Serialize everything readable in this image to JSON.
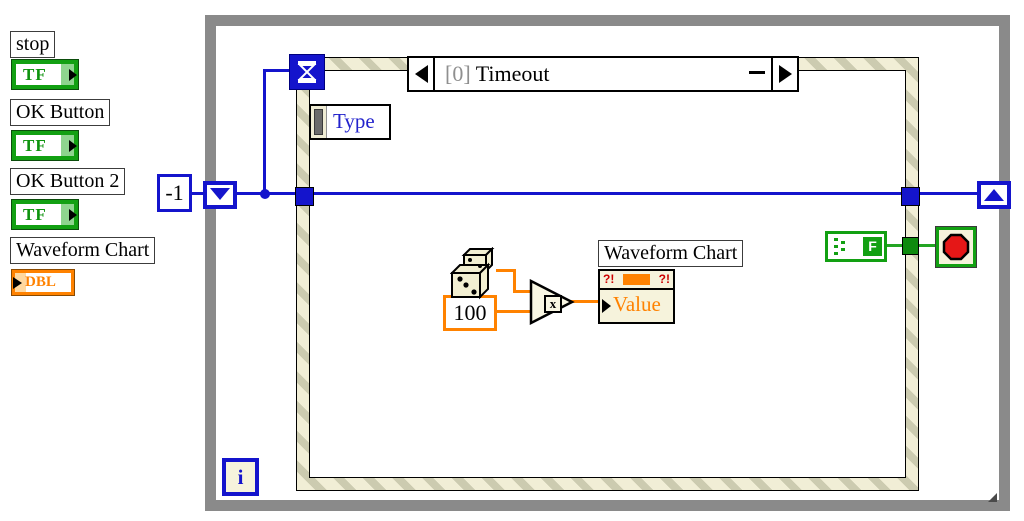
{
  "front_panel_terminals": [
    {
      "label": "stop",
      "type_text": "TF"
    },
    {
      "label": "OK Button",
      "type_text": "TF"
    },
    {
      "label": "OK Button 2",
      "type_text": "TF"
    },
    {
      "label": "Waveform Chart",
      "type_text": "DBL"
    }
  ],
  "constants": {
    "shift_register_init": "-1",
    "multiplier": "100",
    "boolean_false": "F"
  },
  "while_loop": {
    "iteration_terminal": "i"
  },
  "event_structure": {
    "selector_index": "[0]",
    "selector_title": "Timeout",
    "event_data_field": "Type"
  },
  "functions": {
    "multiply_symbol": "x"
  },
  "property_node": {
    "owner_label": "Waveform Chart",
    "property": "Value",
    "warning_glyph": "?!"
  },
  "colors": {
    "integer_wire": "#1414CC",
    "boolean_wire": "#23A523",
    "double_wire": "#FF8200",
    "boolean_green": "#12A012",
    "stop_sign_red": "#E51717",
    "loop_border_gray": "#8A8A8A",
    "hatch_light": "#F1EED6",
    "hatch_dark": "#CCCBB0"
  }
}
